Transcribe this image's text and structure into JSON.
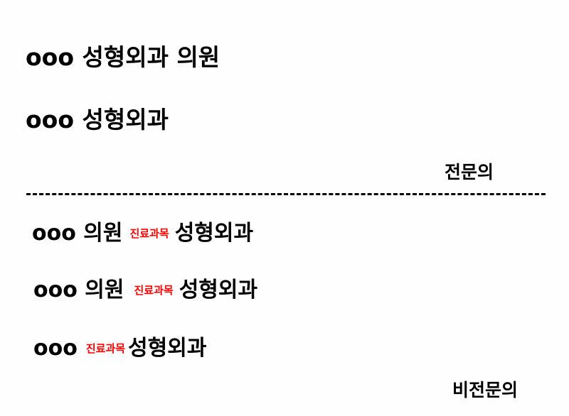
{
  "top_section": {
    "lines": [
      {
        "prefix": "ooo",
        "text": "성형외과 의원"
      },
      {
        "prefix": "ooo",
        "text": "성형외과"
      }
    ],
    "label": "전문의"
  },
  "divider": "-----------------------------------------------------------------",
  "bottom_section": {
    "lines": [
      {
        "prefix": "ooo 의원",
        "tag": "진료과목",
        "text": "성형외과"
      },
      {
        "prefix": "ooo 의원",
        "tag": "진료과목",
        "text": "성형외과"
      },
      {
        "prefix": "ooo",
        "tag": "진료과목",
        "text": "성형외과"
      }
    ],
    "label": "비전문의"
  },
  "colors": {
    "text": "#000000",
    "tag": "#ff0000",
    "background": "#fefefe"
  }
}
